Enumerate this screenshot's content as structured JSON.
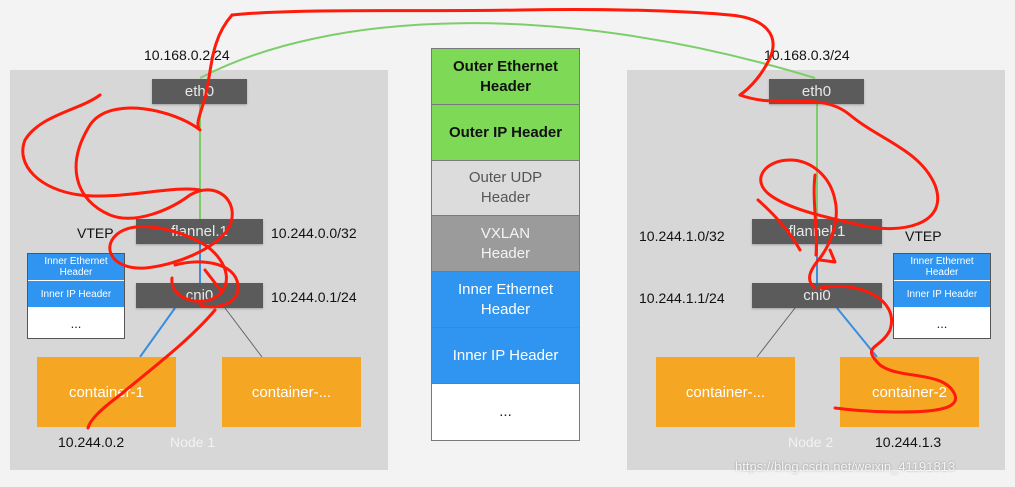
{
  "node1": {
    "label": "Node 1",
    "eth0": {
      "label": "eth0",
      "ip": "10.168.0.2/24"
    },
    "vtep_label": "VTEP",
    "flannel": {
      "label": "flannel.1",
      "ip": "10.244.0.0/32"
    },
    "cni0": {
      "label": "cni0",
      "ip": "10.244.0.1/24"
    },
    "container1": "container-1",
    "container2": "container-...",
    "container_ip": "10.244.0.2",
    "mini_packet": [
      "Inner Ethernet Header",
      "Inner IP Header",
      "..."
    ]
  },
  "node2": {
    "label": "Node 2",
    "eth0": {
      "label": "eth0",
      "ip": "10.168.0.3/24"
    },
    "vtep_label": "VTEP",
    "flannel": {
      "label": "flannel.1",
      "ip": "10.244.1.0/32"
    },
    "cni0": {
      "label": "cni0",
      "ip": "10.244.1.1/24"
    },
    "container1": "container-...",
    "container2": "container-2",
    "container_ip": "10.244.1.3",
    "mini_packet": [
      "Inner Ethernet Header",
      "Inner IP Header",
      "..."
    ]
  },
  "packet": [
    {
      "label": "Outer Ethernet Header",
      "color": "#7ed957",
      "text_color": "#111111"
    },
    {
      "label": "Outer IP Header",
      "color": "#7ed957",
      "text_color": "#111111"
    },
    {
      "label": "Outer UDP Header",
      "color": "#dcdcdc",
      "text_color": "#555555"
    },
    {
      "label": "VXLAN Header",
      "color": "#9b9b9b",
      "text_color": "#f4f4f4"
    },
    {
      "label": "Inner Ethernet Header",
      "color": "#2f95f0",
      "text_color": "#ffffff"
    },
    {
      "label": "Inner IP Header",
      "color": "#2f95f0",
      "text_color": "#ffffff"
    },
    {
      "label": "...",
      "color": "#ffffff",
      "text_color": "#222222"
    }
  ],
  "watermark": "https://blog.csdn.net/weixin_41191813",
  "colors": {
    "link_green": "#7dce6a",
    "link_blue": "#3a8ee0",
    "annotation_red": "#ff1a0a",
    "node_bg": "#d7d7d7",
    "device_bg": "#5b5b5b",
    "container_bg": "#f5a623"
  }
}
